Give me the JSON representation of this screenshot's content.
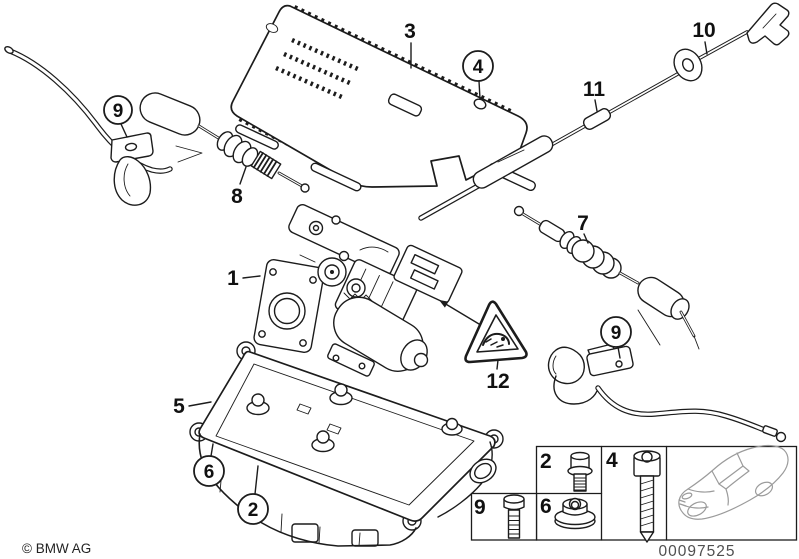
{
  "colors": {
    "background": "#ffffff",
    "line": "#1c1c1c",
    "car_line": "#9b9b9b",
    "drawing_number_text": "#4f4f4f"
  },
  "callouts": {
    "c1": "1",
    "c2": "2",
    "c3": "3",
    "c4": "4",
    "c5": "5",
    "c6": "6",
    "c7": "7",
    "c8": "8",
    "c9_left": "9",
    "c9_right": "9",
    "c10": "10",
    "c11": "11",
    "c12": "12"
  },
  "legend": {
    "cells": [
      {
        "label": "2",
        "icon": "hex-flange-bolt-icon"
      },
      {
        "label": "6",
        "icon": "flange-nut-icon"
      },
      {
        "label": "9",
        "icon": "hex-bolt-icon"
      },
      {
        "label": "4",
        "icon": "socket-head-screw-icon"
      },
      {
        "label": "",
        "icon": "car-silhouette-icon"
      }
    ]
  },
  "symbols": {
    "warning": "pinch-hazard-triangle"
  },
  "footer": {
    "copyright": "© BMW AG",
    "drawing_number": "00097525"
  }
}
